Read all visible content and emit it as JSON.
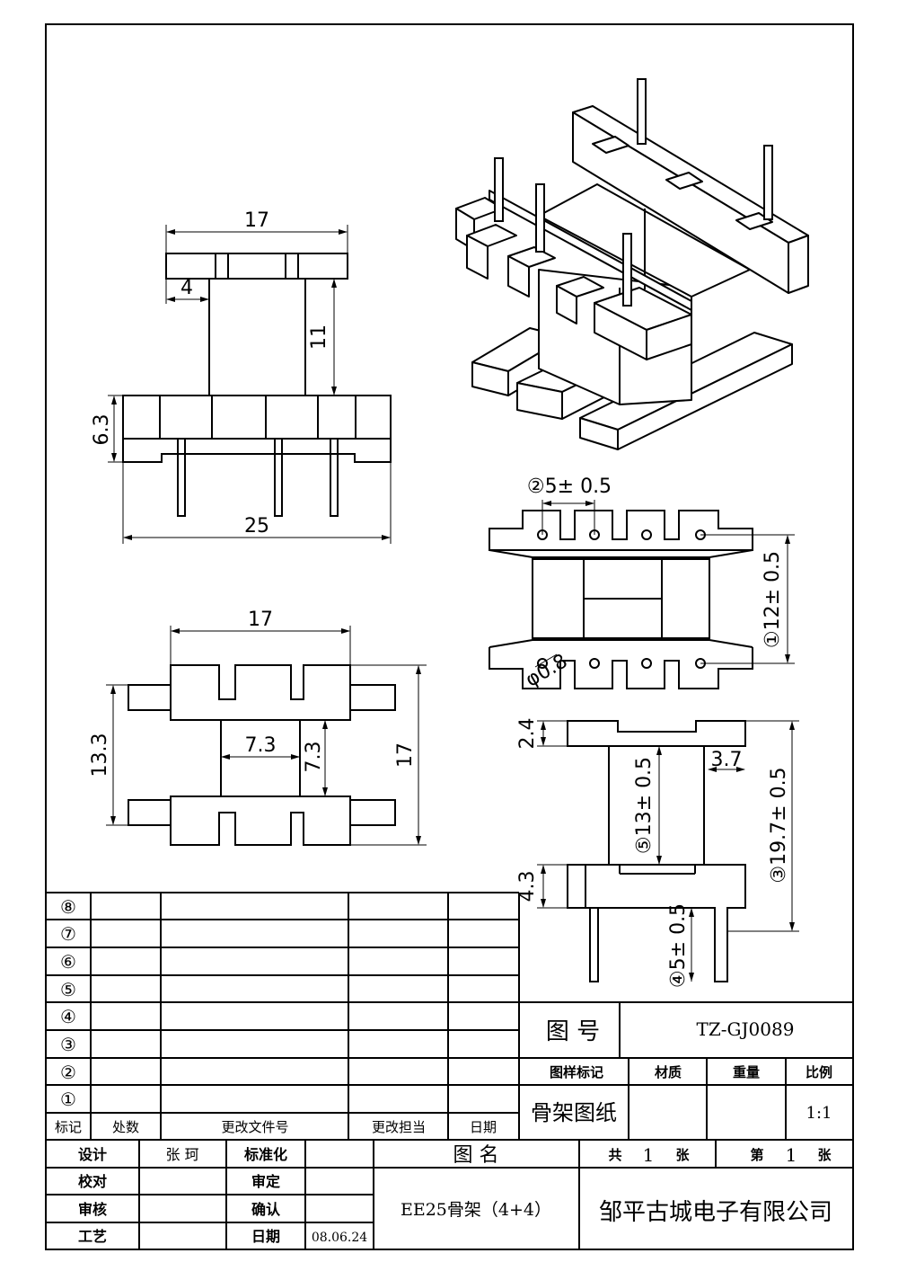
{
  "dims": {
    "front_width_top": "17",
    "front_offset": "4",
    "front_height_mid": "11",
    "front_base_height": "6.3",
    "front_width_base": "25",
    "top_width": "17",
    "top_height_left": "13.3",
    "top_inner_w": "7.3",
    "top_inner_h": "7.3",
    "top_height_right": "17",
    "pin_pitch": "②5± 0.5",
    "pin_row_gap": "①12± 0.5",
    "pin_dia": "φ0.8",
    "side_top_h": "2.4",
    "side_top_w": "3.7",
    "side_core_h": "⑤13± 0.5",
    "side_total_h": "③19.7± 0.5",
    "side_base_h": "4.3",
    "side_pin_len": "④5± 0.5"
  },
  "revision_table": {
    "rows": [
      "⑧",
      "⑦",
      "⑥",
      "⑤",
      "④",
      "③",
      "②",
      "①"
    ],
    "headers": [
      "标记",
      "处数",
      "更改文件号",
      "更改担当",
      "日期"
    ]
  },
  "title_block": {
    "drawing_no_label": "图  号",
    "drawing_no": "TZ-GJ0089",
    "mark_label": "图样标记",
    "material_label": "材质",
    "weight_label": "重量",
    "scale_label": "比例",
    "doc_type": "骨架图纸",
    "scale": "1:1",
    "design_label": "设计",
    "designer": "张 珂",
    "standard_label": "标准化",
    "name_label": "图  名",
    "total_label": "共",
    "total_value": "1",
    "sheet_unit": "张",
    "sheet_label": "第",
    "sheet_value": "1",
    "sheet_unit2": "张",
    "check_label": "校对",
    "review_label": "审定",
    "audit_label": "审核",
    "confirm_label": "确认",
    "process_label": "工艺",
    "date_label": "日期",
    "date": "08.06.24",
    "part_name": "EE25骨架（4+4）",
    "company": "邹平古城电子有限公司"
  }
}
